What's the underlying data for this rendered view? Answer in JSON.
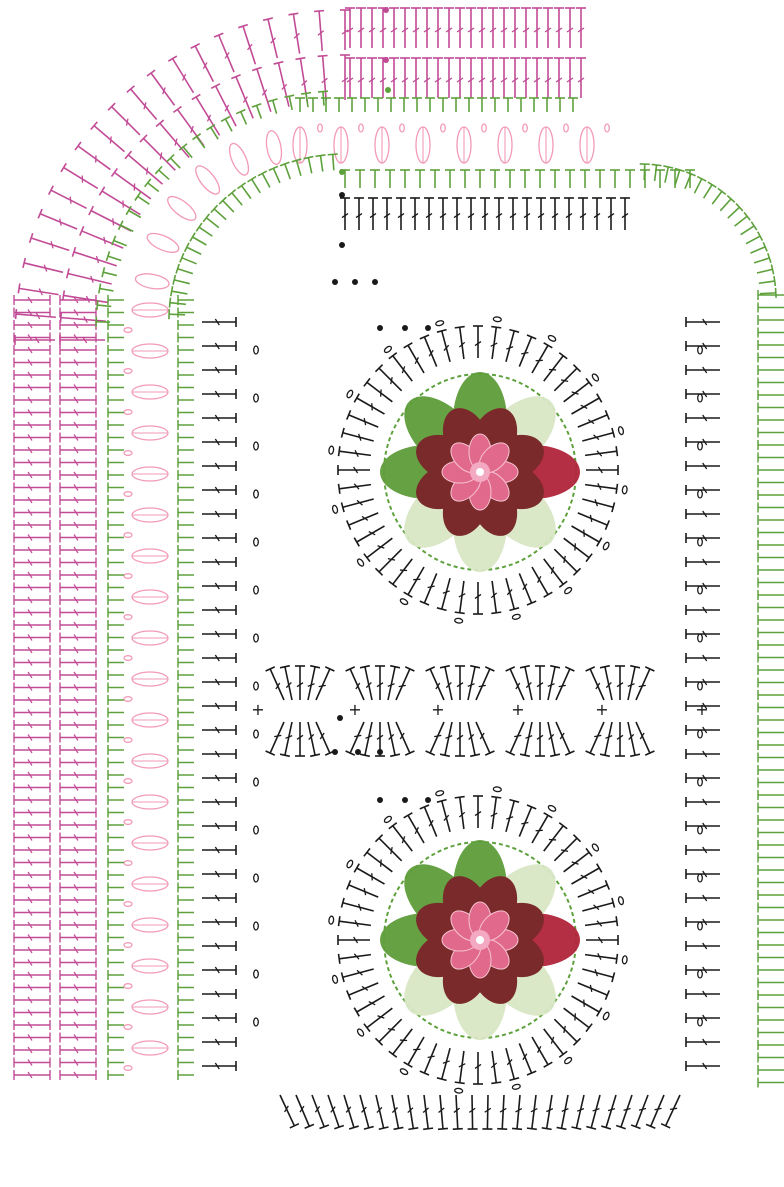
{
  "diagram": {
    "kind": "crochet-chart",
    "motifs": [
      {
        "name": "flower-motif-top",
        "petal_colors": [
          "#7a2a2a",
          "#5e9d3a",
          "#d8e7c4"
        ],
        "center_color": "#e16a8c"
      },
      {
        "name": "flower-motif-bottom",
        "petal_colors": [
          "#7a2a2a",
          "#5e9d3a",
          "#d8e7c4"
        ],
        "center_color": "#e16a8c"
      }
    ],
    "colors": {
      "black_rounds": "#1a1a1a",
      "green_rounds": "#5ea13c",
      "pink_rounds": "#f29ab6",
      "magenta_rounds": "#c24b96",
      "flower_dark": "#7a2a2a",
      "flower_red": "#b0243a",
      "flower_green": "#5e9d3a",
      "flower_light": "#d8e7c4",
      "flower_pink": "#e16a8c"
    },
    "symbols": [
      "chain-icon",
      "slip-stitch-icon",
      "single-crochet-icon",
      "double-crochet-icon",
      "treble-crochet-icon",
      "puff-stitch-icon"
    ]
  }
}
